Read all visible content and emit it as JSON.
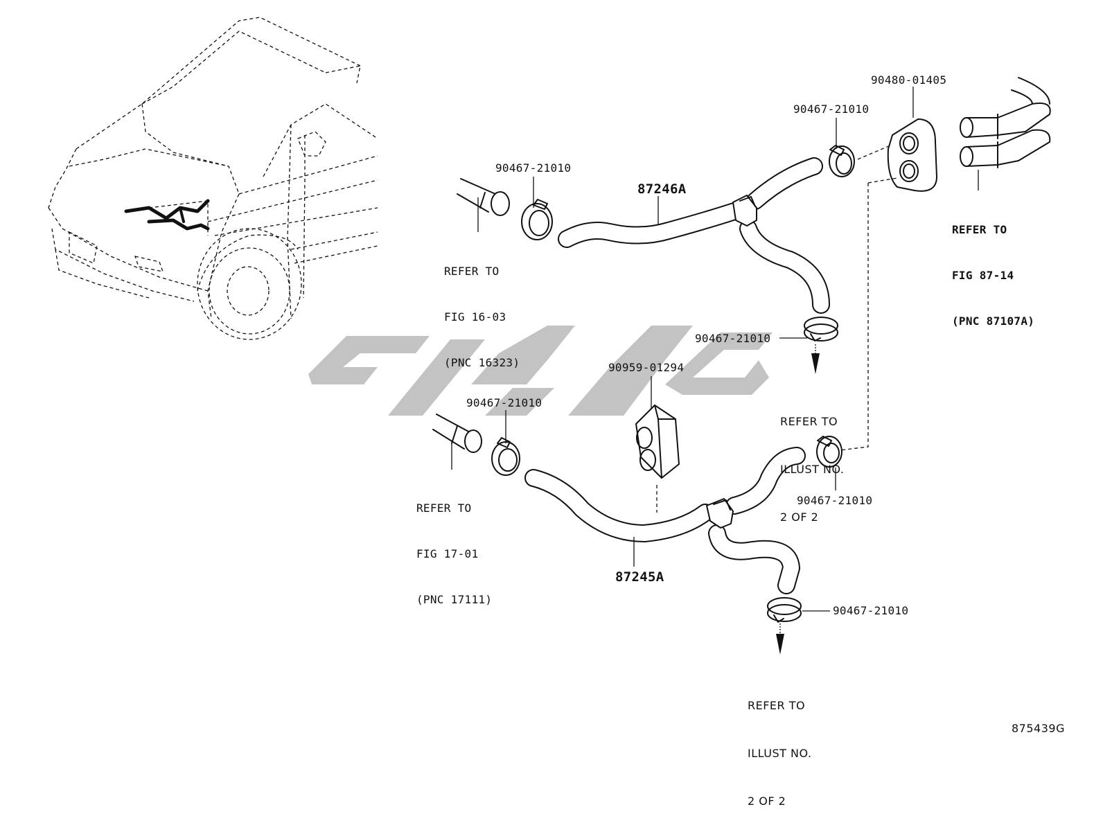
{
  "diagram_id": "875439G",
  "parts": {
    "hose_upper": "87246A",
    "hose_lower": "87245A",
    "grommet": "90480-01405",
    "clamp_holder": "90959-01294",
    "clamp": "90467-21010"
  },
  "references": {
    "fig_16_03": [
      "REFER TO",
      "FIG 16-03",
      "(PNC 16323)"
    ],
    "fig_17_01": [
      "REFER TO",
      "FIG 17-01",
      "(PNC 17111)"
    ],
    "fig_87_14": [
      "REFER TO",
      "FIG 87-14",
      "(PNC 87107A)"
    ],
    "illust_upper": [
      "REFER TO",
      "ILLUST NO.",
      "2 OF 2"
    ],
    "illust_lower": [
      "REFER TO",
      "ILLUST NO.",
      "2 OF 2"
    ]
  },
  "colors": {
    "line": "#111111",
    "watermark": "#b9b9b9"
  }
}
